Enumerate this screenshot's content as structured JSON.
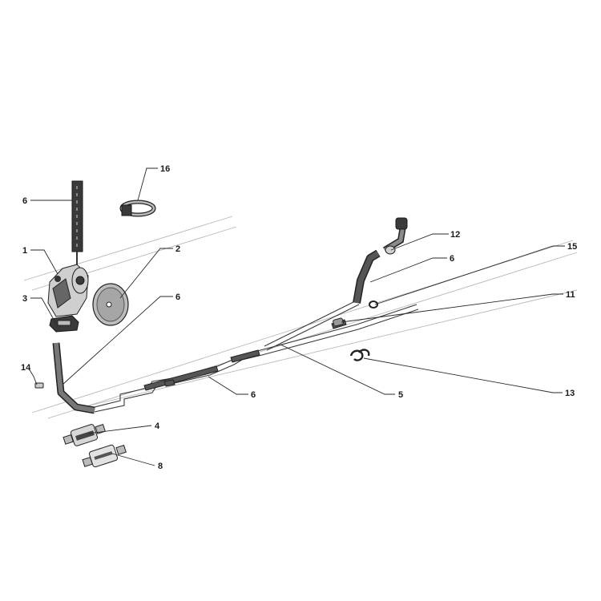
{
  "diagram": {
    "callouts": {
      "c16": "16",
      "c6_top": "6",
      "c1": "1",
      "c2": "2",
      "c3": "3",
      "c6_left": "6",
      "c14": "14",
      "c4": "4",
      "c8": "8",
      "c6_mid": "6",
      "c5": "5",
      "c12": "12",
      "c6_right": "6",
      "c15": "15",
      "c11": "11",
      "c13": "13"
    },
    "parts": [
      {
        "ref": "1",
        "icon": "fuel-tap-icon"
      },
      {
        "ref": "2",
        "icon": "filter-disc-icon"
      },
      {
        "ref": "3",
        "icon": "bracket-icon"
      },
      {
        "ref": "4",
        "icon": "inline-filter-icon"
      },
      {
        "ref": "5",
        "icon": "fuel-pipe-icon"
      },
      {
        "ref": "6",
        "icon": "hose-icon"
      },
      {
        "ref": "8",
        "icon": "inline-filter-icon"
      },
      {
        "ref": "11",
        "icon": "pipe-joint-icon"
      },
      {
        "ref": "12",
        "icon": "hose-end-icon"
      },
      {
        "ref": "13",
        "icon": "clip-icon"
      },
      {
        "ref": "14",
        "icon": "screw-icon"
      },
      {
        "ref": "15",
        "icon": "washer-icon"
      },
      {
        "ref": "16",
        "icon": "hose-clamp-icon"
      }
    ]
  }
}
